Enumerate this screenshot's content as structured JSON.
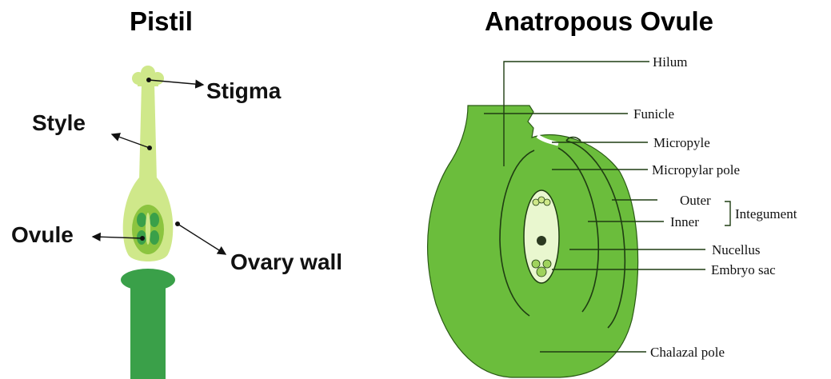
{
  "pistil": {
    "title": "Pistil",
    "labels": {
      "stigma": "Stigma",
      "style": "Style",
      "ovule": "Ovule",
      "ovary_wall": "Ovary wall"
    }
  },
  "ovule_diagram": {
    "title": "Anatropous Ovule",
    "labels": {
      "hilum": "Hilum",
      "funicle": "Funicle",
      "micropyle": "Micropyle",
      "micropylar_pole": "Micropylar pole",
      "outer": "Outer",
      "inner": "Inner",
      "integument": "Integument",
      "nucellus": "Nucellus",
      "embryo_sac": "Embryo sac",
      "chalazal_pole": "Chalazal pole"
    }
  },
  "colors": {
    "tissue_green": "#6bbd3c",
    "pistil_light": "#cfe88a",
    "pistil_stalk": "#3aa049",
    "outline": "#1f3d12",
    "sac_fill": "#e9f7cf"
  }
}
